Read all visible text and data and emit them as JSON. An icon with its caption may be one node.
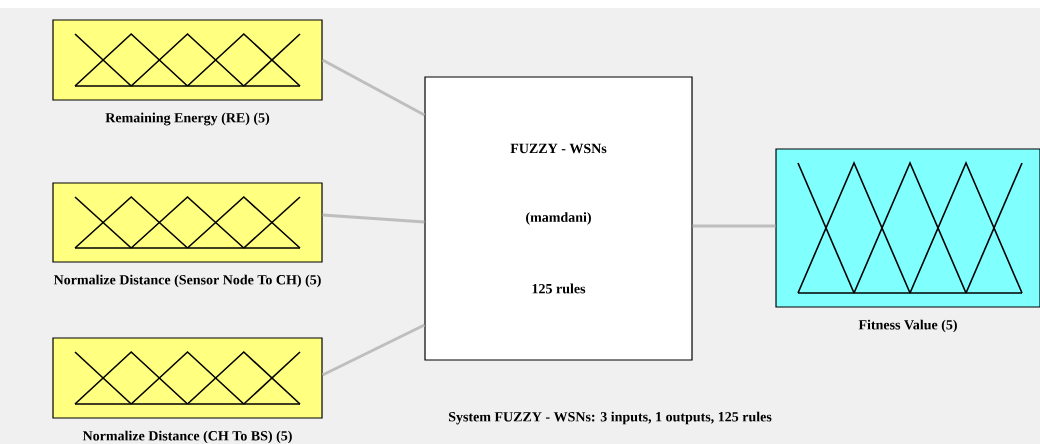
{
  "diagram": {
    "nodes": [
      {
        "text": [
          "Remaining Energy (RE) (5)"
        ]
      },
      {
        "text": [
          "Normalize Distance (Sensor Node To CH) (5)"
        ]
      },
      {
        "text": [
          "Normalize Distance (CH To BS) (5)"
        ]
      },
      {
        "text": [
          "FUZZY - WSNs",
          "(mamdani)",
          "125 rules"
        ]
      },
      {
        "text": [
          "Fitness Value (5)"
        ]
      }
    ],
    "edges": [
      {
        "from": 0,
        "to": 3,
        "arrow": "none"
      },
      {
        "from": 1,
        "to": 3,
        "arrow": "none"
      },
      {
        "from": 2,
        "to": 3,
        "arrow": "none"
      },
      {
        "from": 3,
        "to": 4,
        "arrow": "none"
      }
    ],
    "labels": [
      "System FUZZY - WSNs: 3 inputs, 1 outputs, 125 rules"
    ]
  }
}
